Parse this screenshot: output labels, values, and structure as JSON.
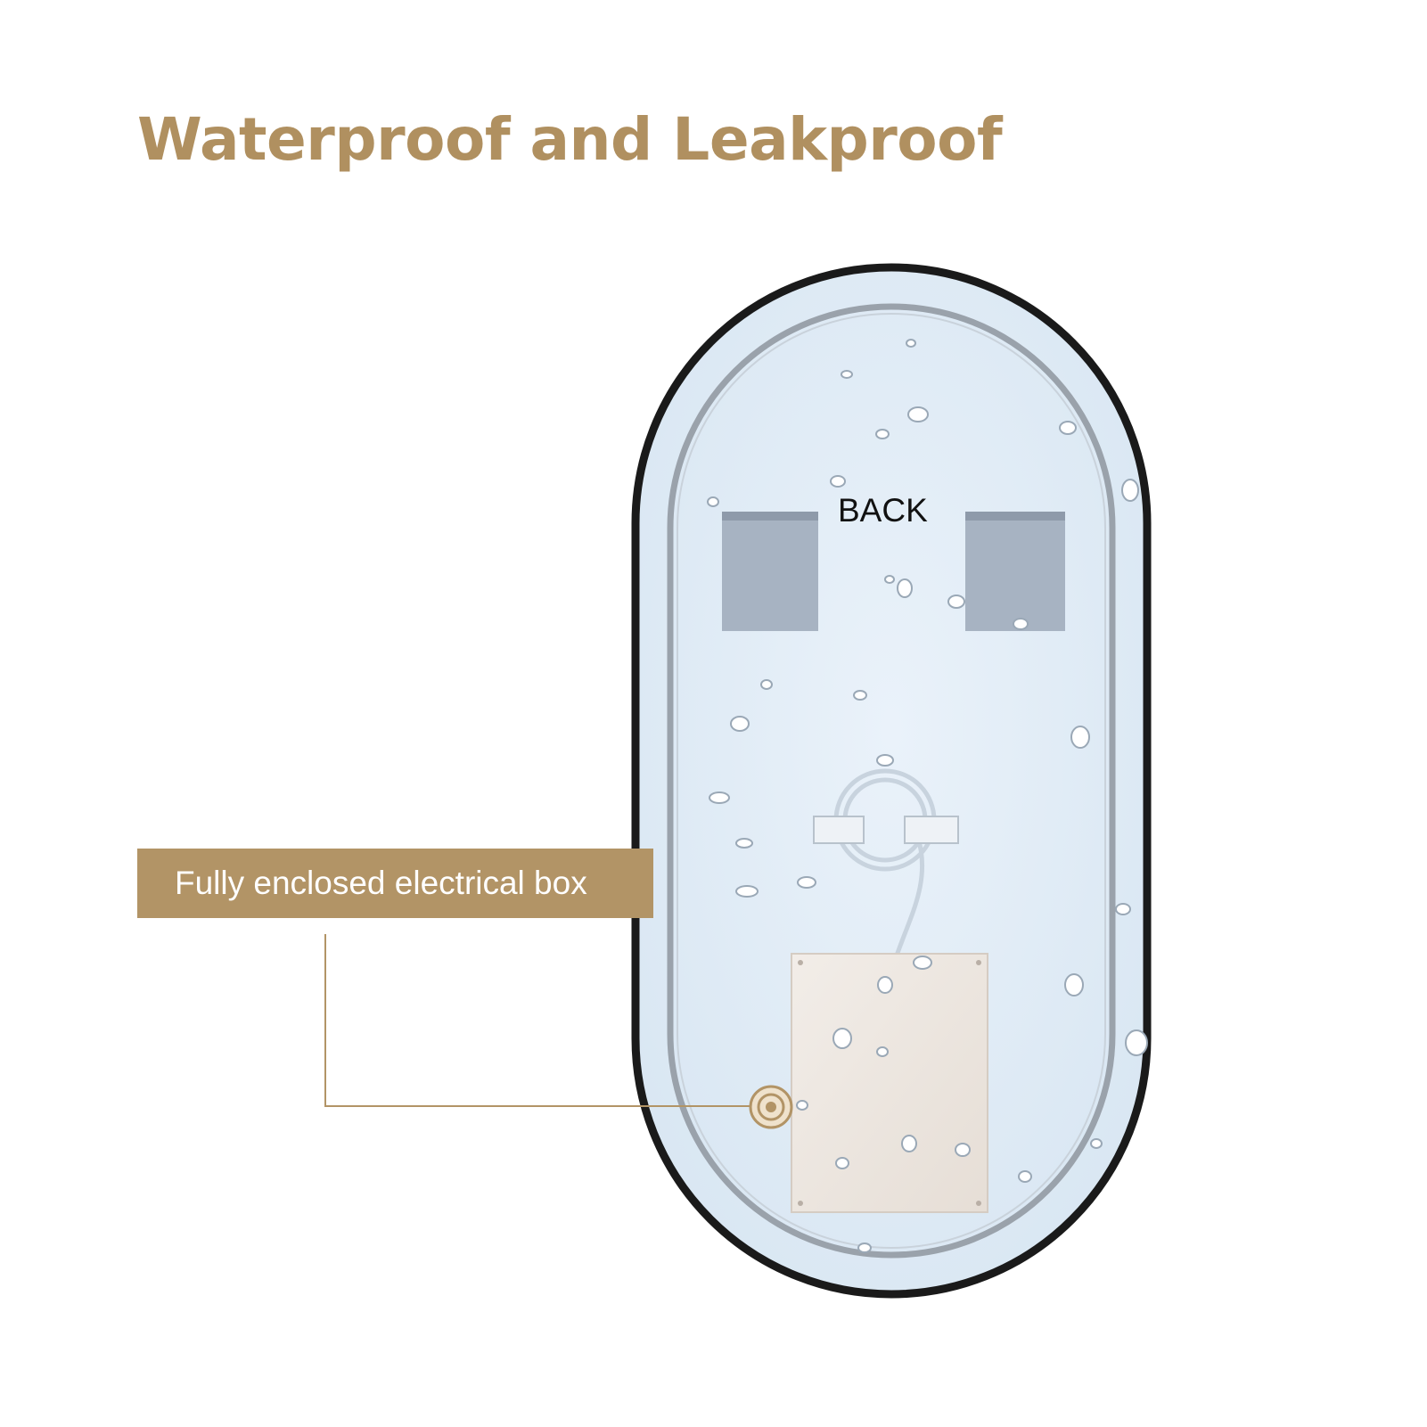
{
  "headline": "Waterproof and Leakproof",
  "back_label": "BACK",
  "callout": {
    "label": "Fully enclosed electrical box"
  },
  "icons": {
    "target": "target-marker-icon",
    "droplet": "water-droplet-icon"
  },
  "colors": {
    "accent_gold": "#b29466",
    "frame_black": "#1a1a1a",
    "glass_blue": "#e2edf7",
    "bracket_gray": "#a7b3c2",
    "electrical_box": "#ece6e0"
  }
}
